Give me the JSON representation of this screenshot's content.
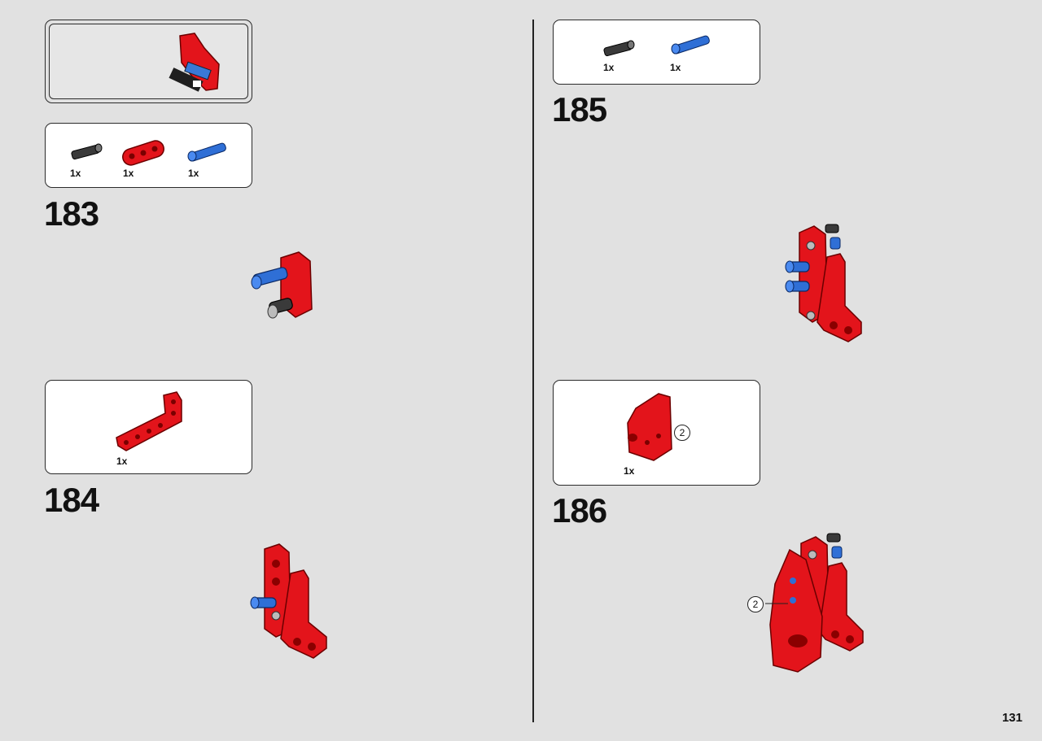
{
  "page_number": "131",
  "steps": [
    {
      "number": "183",
      "parts": [
        {
          "qty": "1x"
        },
        {
          "qty": "1x"
        },
        {
          "qty": "1x"
        }
      ]
    },
    {
      "number": "184",
      "parts": [
        {
          "qty": "1x"
        }
      ]
    },
    {
      "number": "185",
      "parts": [
        {
          "qty": "1x"
        },
        {
          "qty": "1x"
        }
      ]
    },
    {
      "number": "186",
      "parts": [
        {
          "qty": "1x"
        }
      ],
      "callouts": [
        "2",
        "2"
      ]
    }
  ],
  "colors": {
    "background": "#e1e1e1",
    "brick_red": "#e3141b",
    "pin_blue": "#2f6fd6",
    "pin_black": "#3a3a3a"
  },
  "icons": {
    "submodel": "red-submodel-icon",
    "pin_black": "black-friction-pin-icon",
    "pin_blue": "blue-axle-pin-icon",
    "beam_red": "red-3-beam-icon",
    "l_beam_red": "red-l-beam-icon",
    "panel_red": "red-panel-icon"
  }
}
